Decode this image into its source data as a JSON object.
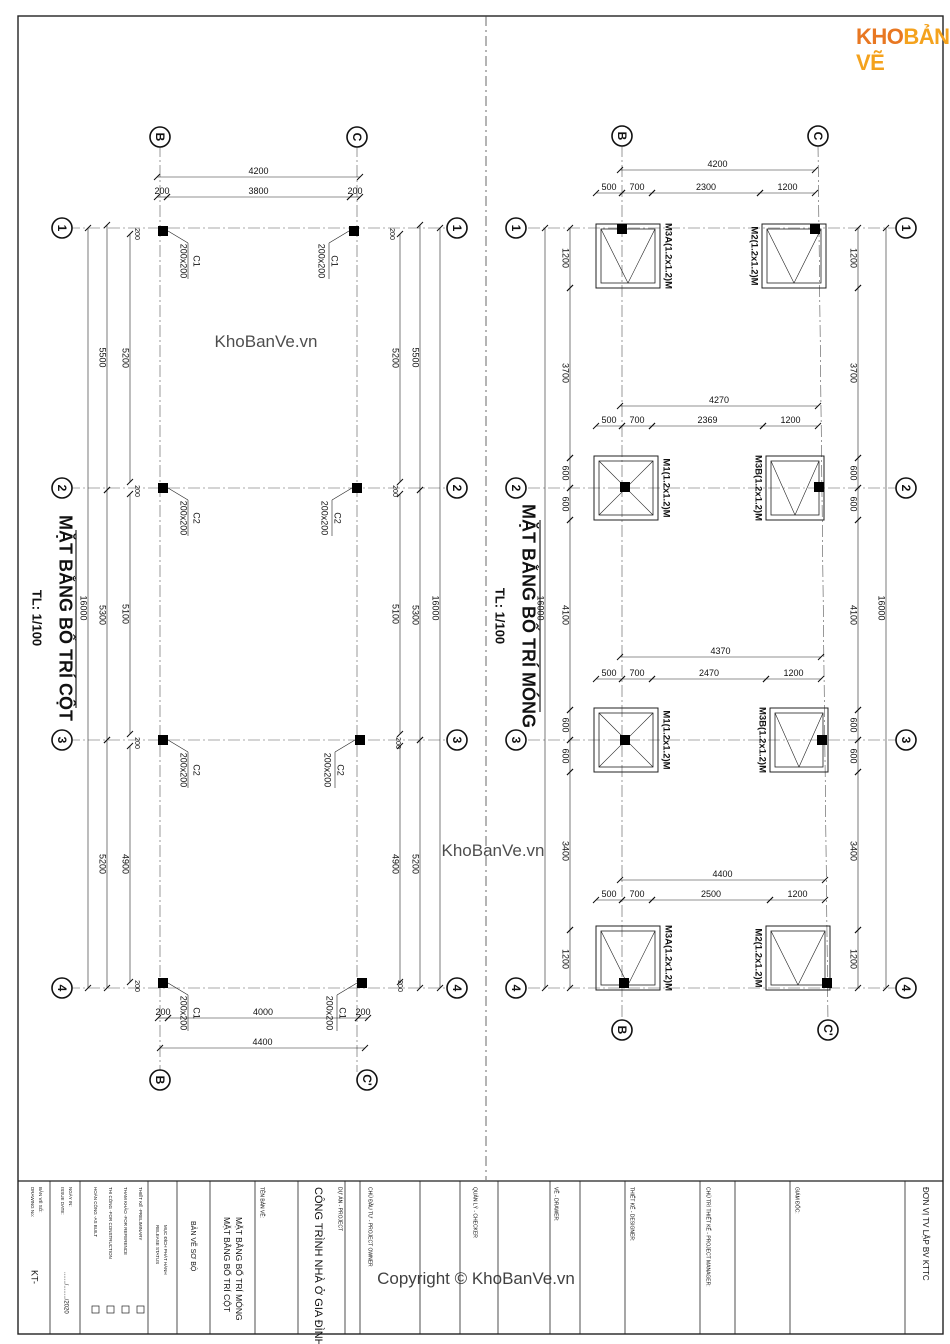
{
  "logo": {
    "part1": "KHO",
    "part2": "BẢN VẼ"
  },
  "watermarks": [
    "KhoBanVe.vn",
    "KhoBanVe.vn",
    "Copyright © KhoBanVe.vn"
  ],
  "left_plan": {
    "title": "MẶT BẰNG BỐ TRÍ CỘT",
    "scale": "TL: 1/100",
    "grid_letters": [
      "B",
      "C"
    ],
    "grid_letters_bottom": [
      "B",
      "C'"
    ],
    "grid_numbers": [
      "1",
      "2",
      "3",
      "4"
    ],
    "top_dims": {
      "overall": "4200",
      "left": "200",
      "mid": "3800",
      "right": "200"
    },
    "bottom_dims": {
      "left": "200",
      "mid": "4000",
      "right": "200",
      "overall": "4400"
    },
    "col_c1_name": "C1",
    "col_c2_name": "C2",
    "col_size": "200x200",
    "side_small": "200",
    "left_dims_outer": [
      "5500",
      "16000",
      "5200"
    ],
    "left_dims_inner": [
      "5300",
      "5300"
    ],
    "left_dims_clear": [
      "5200",
      "5100",
      "4900"
    ],
    "right_dims_clear": [
      "5200",
      "5100",
      "4900"
    ],
    "right_dims_inner": [
      "5300",
      "5300"
    ],
    "right_dims_outer": [
      "5500",
      "16000",
      "5200"
    ]
  },
  "right_plan": {
    "title": "MẶT BẰNG BỐ TRÍ MÓNG",
    "scale": "TL: 1/100",
    "grid_letters": [
      "B",
      "C"
    ],
    "grid_letters_bottom": [
      "B",
      "C'"
    ],
    "grid_numbers": [
      "1",
      "2",
      "3",
      "4"
    ],
    "row_dims": [
      {
        "overall": "4200",
        "a": "500",
        "b": "700",
        "c": "2300",
        "d": "1200"
      },
      {
        "overall": "4270",
        "a": "500",
        "b": "700",
        "c": "2369",
        "d": "1200"
      },
      {
        "overall": "4370",
        "a": "500",
        "b": "700",
        "c": "2470",
        "d": "1200"
      },
      {
        "overall": "4400",
        "a": "500",
        "b": "700",
        "c": "2500",
        "d": "1200"
      }
    ],
    "footings": {
      "row1_left": "M3A(1.2x1.2)M",
      "row1_right": "M2(1.2x1.2)M",
      "row2_left": "M1(1.2x1.2)M",
      "row2_right": "M3B(1.2x1.2)M",
      "row3_left": "M1(1.2x1.2)M",
      "row3_right": "M3B(1.2x1.2)M",
      "row4_left": "M3A(1.2x1.2)M",
      "row4_right": "M2(1.2x1.2)M"
    },
    "side_dims": {
      "d1200": "1200",
      "d600": "600",
      "s3700": "3700",
      "s4100": "4100",
      "s3400": "3400",
      "overall": "16000"
    }
  },
  "title_block": {
    "company": "ĐƠN VỊ TV LẬP BV KTTC",
    "director": "GIÁM ĐỐC:",
    "project_manager": "CHỦ TRÌ THIẾT KẾ - PROJECT MANAGER:",
    "designer": "THIẾT KẾ - DESIGNER:",
    "drawer": "VẼ - DRAWER:",
    "checker": "QUẢN LÝ - CHECKER",
    "owner": "CHỦ ĐẦU TƯ - PROJECT OWNER",
    "project_label": "DỰ ÁN - PROJECT",
    "project_name": "CÔNG TRÌNH NHÀ Ở GIA ĐÌNH",
    "drawing_title_label": "TÊN BẢN VẼ:",
    "drawing_title_1": "MẶT BẰNG BỐ TRÍ MÓNG",
    "drawing_title_2": "MẶT BẰNG BỐ TRÍ CỘT",
    "stage": "BẢN VẼ SƠ BỘ",
    "release_status_1": "MỤC ĐÍCH PHÁT HÀNH",
    "release_status_2": "RELEASE STATUS",
    "status_items": [
      "THIẾT KẾ -PRELIMINARY",
      "THAM KHẢO -FOR REFERENCE",
      "THI CÔNG -FOR CONSTRUCTION",
      "HOÀN CÔNG -AS BUILT"
    ],
    "issue_date_label_1": "NGÀY IN:",
    "issue_date_label_2": "ISSUE DATE:",
    "issue_date": "......./......../2020",
    "drawing_no_label_1": "BẢN VẼ SỐ:",
    "drawing_no_label_2": "DRAWING No:",
    "drawing_no": "KT-"
  }
}
